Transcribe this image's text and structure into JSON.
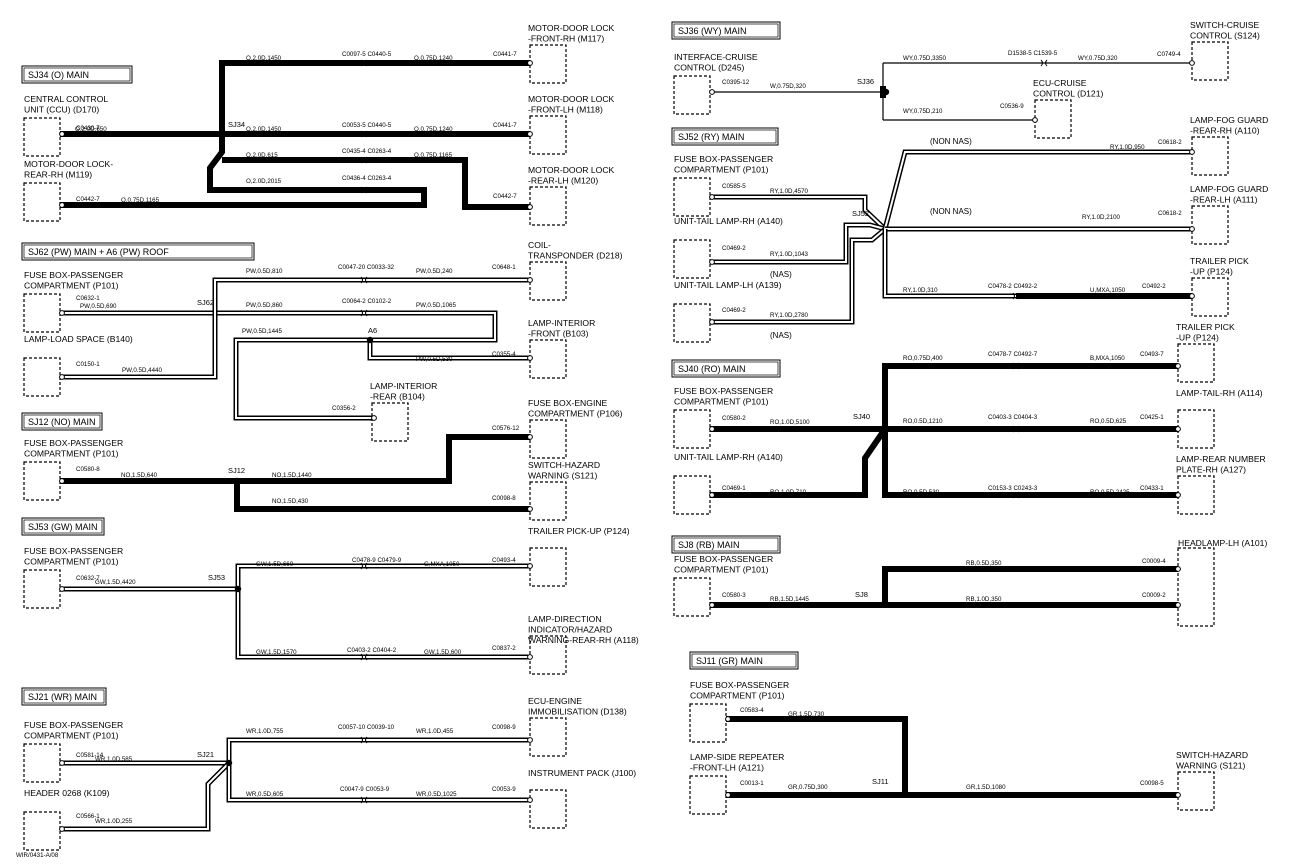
{
  "colors": {
    "ink": "#000000",
    "paper": "#ffffff"
  },
  "footer_code": "WIR/0431-A/08",
  "sections": [
    {
      "id": "sj34",
      "header": "SJ34 (O) MAIN",
      "left": [
        {
          "text": "CENTRAL CONTROL\nUNIT (CCU) (D170)",
          "conn": "C0430-7",
          "wire": "O,2.0D,650"
        },
        {
          "text": "MOTOR-DOOR LOCK-\nREAR-RH (M119)",
          "conn": "C0442-7",
          "wire": "O,0.75D,1165"
        }
      ],
      "splices": [
        "SJ34"
      ],
      "right": [
        {
          "text": "MOTOR-DOOR LOCK\n-FRONT-RH (M117)",
          "conn": "C0441-7",
          "wire_a": "O,2.0D,1450",
          "inline": "C0097-5 C0440-5",
          "wire_b": "O,0.75D,1240"
        },
        {
          "text": "MOTOR-DOOR LOCK\n-FRONT-LH (M118)",
          "conn": "C0441-7",
          "wire_a": "O,2.0D,1450",
          "inline": "C0053-5 C0440-5",
          "wire_b": "O,0.75D,1240"
        },
        {
          "text": "MOTOR-DOOR LOCK\n-REAR-LH (M120)",
          "conn": "C0442-7",
          "wire_a": "O,2.0D,615",
          "inline": "C0435-4 C0263-4",
          "wire_b": "O,0.75D,1165"
        }
      ],
      "extra_wires": [
        {
          "wire": "O,2.0D,2015",
          "inline": "C0436-4 C0263-4"
        }
      ]
    },
    {
      "id": "sj62",
      "header": "SJ62 (PW) MAIN + A6 (PW) ROOF",
      "left": [
        {
          "text": "FUSE BOX-PASSENGER\nCOMPARTMENT (P101)",
          "conn": "C0632-1",
          "wire": "PW,0.5D,690"
        },
        {
          "text": "LAMP-LOAD SPACE (B140)",
          "conn": "C0150-1",
          "wire": "PW,0.5D,4440"
        }
      ],
      "splices": [
        "SJ62",
        "A6"
      ],
      "right": [
        {
          "text": "COIL-\nTRANSPONDER (D218)",
          "conn": "C0648-1",
          "wire_a": "PW,0.5D,810",
          "inline": "C0047-20 C0033-32",
          "wire_b": "PW,0.5D,240"
        },
        {
          "text": "LAMP-INTERIOR\n-FRONT (B103)",
          "conn": "C0355-4",
          "wire_a": "PW,0.5D,860",
          "inline": "C0064-2 C0102-2",
          "wire_b": "PW,0.5D,1065"
        },
        {
          "text": "LAMP-INTERIOR\n-REAR (B104)",
          "conn": "C0356-2",
          "wire_a": "PW,0.5D,1445",
          "inline": "",
          "wire_b": "PW,0.5D,530"
        }
      ]
    },
    {
      "id": "sj12",
      "header": "SJ12 (NO) MAIN",
      "left": [
        {
          "text": "FUSE BOX-PASSENGER\nCOMPARTMENT (P101)",
          "conn": "C0580-8",
          "wire": "NO,1.5D,640"
        }
      ],
      "splices": [
        "SJ12"
      ],
      "right": [
        {
          "text": "FUSE BOX-ENGINE\nCOMPARTMENT (P106)",
          "conn": "C0576-12",
          "wire_a": "NO,1.5D,1440",
          "inline": "",
          "wire_b": ""
        },
        {
          "text": "SWITCH-HAZARD\nWARNING (S121)",
          "conn": "C0098-8",
          "wire_a": "NO,1.5D,430",
          "inline": "",
          "wire_b": ""
        }
      ]
    },
    {
      "id": "sj53",
      "header": "SJ53 (GW) MAIN",
      "left": [
        {
          "text": "FUSE BOX-PASSENGER\nCOMPARTMENT (P101)",
          "conn": "C0632-7",
          "wire": "GW,1.5D,4420"
        }
      ],
      "splices": [
        "SJ53"
      ],
      "right": [
        {
          "text": "TRAILER PICK-UP (P124)",
          "conn": "C0493-4",
          "wire_a": "GW,1.5D,660",
          "inline": "C0478-9 C0479-9",
          "wire_b": "G,MXA,1050"
        },
        {
          "text": "LAMP-DIRECTION\nINDICATOR/HAZARD\nWARNING-REAR-RH (A118)",
          "conn": "C0837-2",
          "wire_a": "GW,1.5D,1570",
          "inline": "C0403-2 C0404-2",
          "wire_b": "GW,1.5D,600"
        }
      ]
    },
    {
      "id": "sj21",
      "header": "SJ21 (WR) MAIN",
      "left": [
        {
          "text": "FUSE BOX-PASSENGER\nCOMPARTMENT (P101)",
          "conn": "C0581-14",
          "wire": "WR,1.0D,585"
        },
        {
          "text": "HEADER 0268 (K109)",
          "conn": "C0566-1",
          "wire": "WR,1.0D,255"
        }
      ],
      "splices": [
        "SJ21"
      ],
      "right": [
        {
          "text": "ECU-ENGINE\nIMMOBILISATION (D138)",
          "conn": "C0098-9",
          "wire_a": "WR,1.0D,755",
          "inline": "C0057-10 C0039-10",
          "wire_b": "WR,1.0D,455"
        },
        {
          "text": "INSTRUMENT PACK (J100)",
          "conn": "C0053-9",
          "wire_a": "WR,0.5D,605",
          "inline": "C0047-9 C0053-9",
          "wire_b": "WR,0.5D,1025"
        }
      ]
    },
    {
      "id": "sj36",
      "header": "SJ36 (WY) MAIN",
      "left": [
        {
          "text": "INTERFACE-CRUISE\nCONTROL (D245)",
          "conn": "C0395-12",
          "wire": "W,0.75D,320"
        }
      ],
      "splices": [
        "SJ36"
      ],
      "right": [
        {
          "text": "SWITCH-CRUISE\nCONTROL (S124)",
          "conn": "C0749-4",
          "wire_a": "WY,0.75D,3350",
          "inline": "D1538-5 C1539-5",
          "wire_b": "WY,0.75D,320"
        },
        {
          "text": "ECU-CRUISE\nCONTROL (D121)",
          "conn": "C0536-9",
          "wire_a": "WY,0.75D,210",
          "inline": "",
          "wire_b": ""
        }
      ]
    },
    {
      "id": "sj52",
      "header": "SJ52 (RY) MAIN",
      "left": [
        {
          "text": "FUSE BOX-PASSENGER\nCOMPARTMENT (P101)",
          "conn": "C0585-5",
          "wire": "RY,1.0D,4570"
        },
        {
          "text": "UNIT-TAIL LAMP-RH (A140)",
          "conn": "C0469-2",
          "wire": "RY,1.0D,1043"
        },
        {
          "text": "UNIT-TAIL LAMP-LH (A139)",
          "conn": "C0469-2",
          "wire": "RY,1.0D,2780"
        }
      ],
      "notes": [
        "(NON NAS)",
        "(NON NAS)",
        "(NAS)",
        "(NAS)"
      ],
      "splices": [
        "SJ52"
      ],
      "right": [
        {
          "text": "LAMP-FOG GUARD\n-REAR-RH (A110)",
          "conn": "C0618-2",
          "wire_a": "RY,1.0D,950",
          "inline": "",
          "wire_b": ""
        },
        {
          "text": "LAMP-FOG GUARD\n-REAR-LH (A111)",
          "conn": "C0618-2",
          "wire_a": "RY,1.0D,2100",
          "inline": "",
          "wire_b": ""
        },
        {
          "text": "TRAILER PICK\n-UP (P124)",
          "conn": "C0492-2",
          "wire_a": "RY,1.0D,310",
          "inline": "C0478-2 C0492-2",
          "wire_b": "U,MXA,1050"
        }
      ]
    },
    {
      "id": "sj40",
      "header": "SJ40 (RO) MAIN",
      "left": [
        {
          "text": "FUSE BOX-PASSENGER\nCOMPARTMENT (P101)",
          "conn": "C0580-2",
          "wire": "RO,1.0D,5100"
        },
        {
          "text": "UNIT-TAIL LAMP-RH (A140)",
          "conn": "C0469-1",
          "wire": "RO,1.0D,710"
        }
      ],
      "splices": [
        "SJ40"
      ],
      "right": [
        {
          "text": "TRAILER PICK\n-UP (P124)",
          "conn": "C0493-7",
          "wire_a": "RO,0.75D,400",
          "inline": "C0478-7 C0492-7",
          "wire_b": "B,MXA,1050"
        },
        {
          "text": "LAMP-TAIL-RH (A114)",
          "conn": "C0425-1",
          "wire_a": "RO,0.5D,1210",
          "inline": "C0403-3 C0404-3",
          "wire_b": "RO,0.5D,625"
        },
        {
          "text": "LAMP-REAR NUMBER\nPLATE-RH (A127)",
          "conn": "C0433-1",
          "wire_a": "RO,0.5D,530",
          "inline": "C0153-3 C0243-3",
          "wire_b": "RO,0.5D,2425"
        }
      ]
    },
    {
      "id": "sj8",
      "header": "SJ8 (RB) MAIN",
      "left": [
        {
          "text": "FUSE BOX-PASSENGER\nCOMPARTMENT (P101)",
          "conn": "C0580-3",
          "wire": "RB,1.5D,1445"
        }
      ],
      "splices": [
        "SJ8"
      ],
      "right": [
        {
          "text": "HEADLAMP-LH (A101)",
          "conn": "C0009-4",
          "wire_a": "RB,0.5D,350",
          "inline": "",
          "wire_b": ""
        },
        {
          "text": "",
          "conn": "C0009-2",
          "wire_a": "RB,1.0D,350",
          "inline": "",
          "wire_b": ""
        }
      ]
    },
    {
      "id": "sj11",
      "header": "SJ11 (GR) MAIN",
      "left": [
        {
          "text": "FUSE BOX-PASSENGER\nCOMPARTMENT (P101)",
          "conn": "C0583-4",
          "wire": "GR,1.5D,730"
        },
        {
          "text": "LAMP-SIDE REPEATER\n-FRONT-LH (A121)",
          "conn": "C0013-1",
          "wire": "GR,0.75D,300"
        }
      ],
      "splices": [
        "SJ11"
      ],
      "right": [
        {
          "text": "SWITCH-HAZARD\nWARNING (S121)",
          "conn": "C0098-5",
          "wire_a": "GR,1.5D,1080",
          "inline": "",
          "wire_b": ""
        }
      ]
    }
  ]
}
